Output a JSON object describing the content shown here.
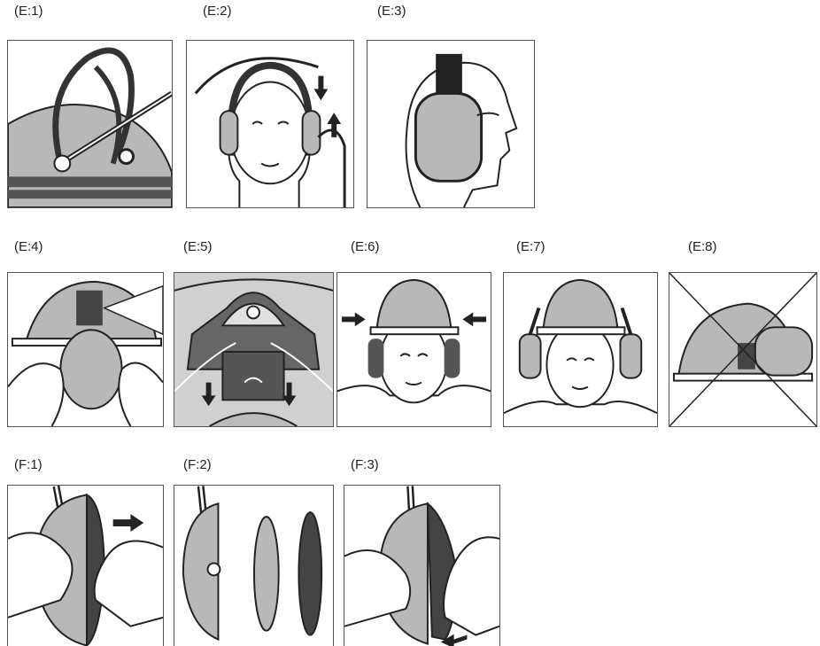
{
  "labels": {
    "e1": "(E:1)",
    "e2": "(E:2)",
    "e3": "(E:3)",
    "e4": "(E:4)",
    "e5": "(E:5)",
    "e6": "(E:6)",
    "e7": "(E:7)",
    "e8": "(E:8)",
    "f1": "(F:1)",
    "f2": "(F:2)",
    "f3": "(F:3)"
  },
  "colors": {
    "line": "#222222",
    "gray": "#b8b8b8",
    "dark": "#444444",
    "shade": "#888888"
  }
}
